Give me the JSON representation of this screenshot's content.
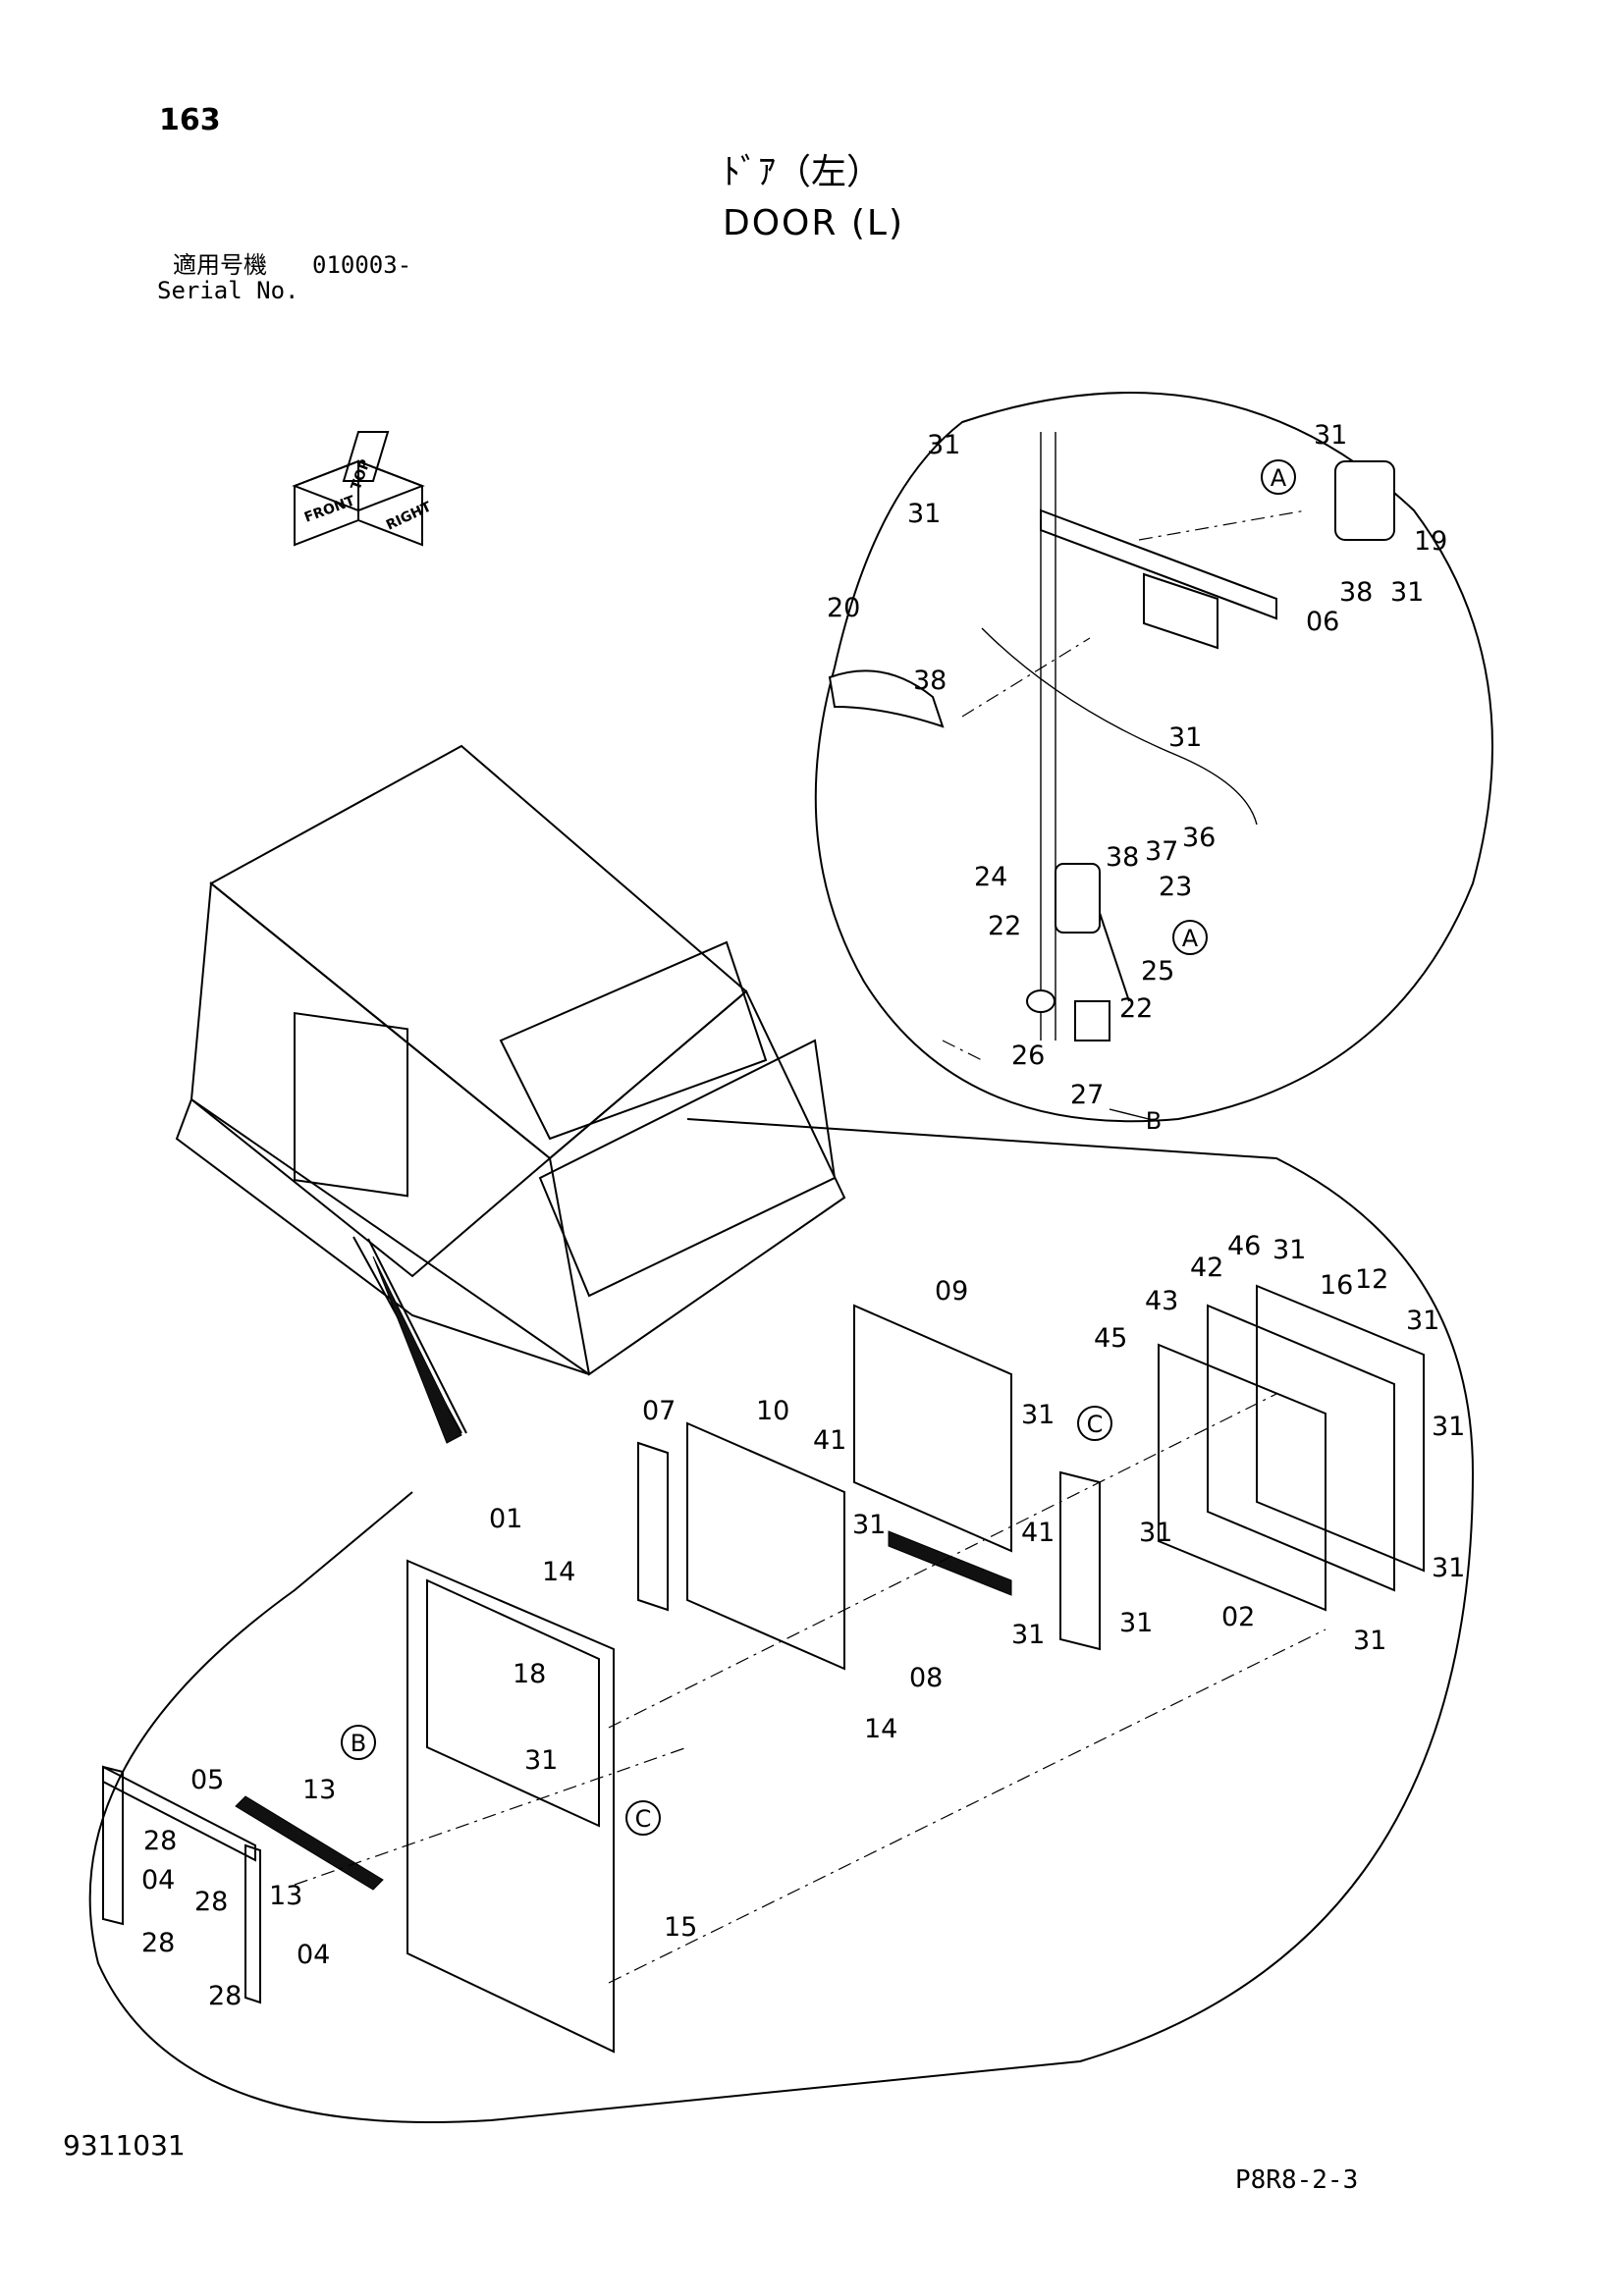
{
  "page_number": "163",
  "title_jp": "ﾄﾞｱ（左）",
  "title_en": "DOOR (L)",
  "serial_label_jp": "適用号機",
  "serial_range": "010003-",
  "serial_label_en": "Serial No.",
  "document_id": "9311031",
  "page_code": "P8R8-2-3",
  "orientation_icon": {
    "name": "orientation-cube-icon",
    "labels": [
      "FRONT",
      "TOP",
      "RIGHT"
    ]
  },
  "detail_circle_labels": [
    "A",
    "A",
    "B",
    "B",
    "C",
    "C"
  ],
  "callouts_detail_top": [
    "31",
    "31",
    "20",
    "38",
    "31",
    "19",
    "38",
    "31",
    "06",
    "31",
    "38",
    "37",
    "36",
    "24",
    "23",
    "22",
    "25",
    "22",
    "26",
    "27"
  ],
  "callouts_main": [
    "01",
    "07",
    "10",
    "09",
    "41",
    "31",
    "41",
    "31",
    "31",
    "14",
    "14",
    "18",
    "31",
    "08",
    "31",
    "31",
    "02",
    "46",
    "31",
    "42",
    "16",
    "12",
    "43",
    "31",
    "45",
    "31",
    "31",
    "31",
    "05",
    "13",
    "13",
    "28",
    "04",
    "28",
    "28",
    "04",
    "28",
    "15"
  ]
}
